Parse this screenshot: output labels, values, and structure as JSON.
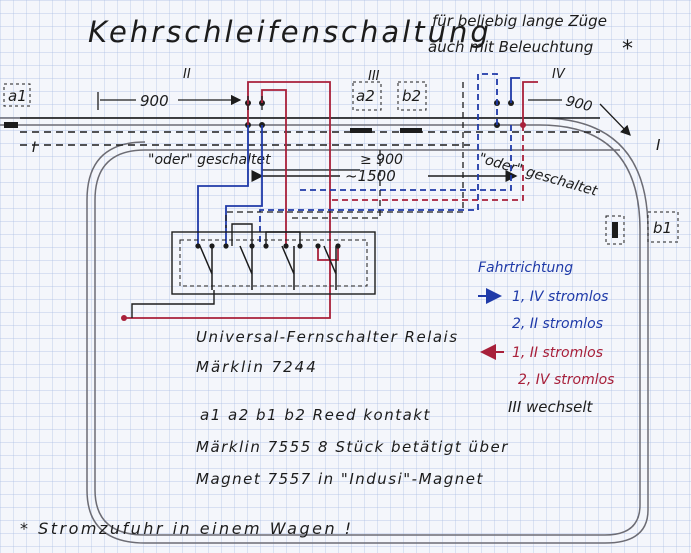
{
  "title": "Kehrschleifenschaltung",
  "subtitle_line1": "für beliebig lange Züge",
  "subtitle_line2": "auch mit Beleuchtung",
  "star": "*",
  "contacts": {
    "a1": "a1",
    "a2": "a2",
    "b1": "b1",
    "b2": "b2"
  },
  "section_marks": {
    "I_left": "I",
    "II": "II",
    "III": "III",
    "IV": "IV",
    "I_right": "I"
  },
  "dims": {
    "d900_left": "900",
    "d900_mid": "≥ 900",
    "d1500": "~1500",
    "d900_right": "900"
  },
  "oder_left": "\"oder\" geschaltet",
  "oder_right": "\"oder\" geschaltet",
  "relay_label1": "Universal-Fernschalter Relais",
  "relay_label2": "Märklin 7244",
  "direction": {
    "heading": "Fahrtrichtung",
    "blue1": "1, IV stromlos",
    "blue2": "2, II stromlos",
    "red1": "1, II stromlos",
    "red2": "2, IV stromlos",
    "note": "III wechselt"
  },
  "reed_line1": "a1  a2  b1  b2   Reed kontakt",
  "reed_line2": "Märklin 7555   8 Stück betätigt über",
  "reed_line3": "Magnet 7557 in \"Indusi\"-Magnet",
  "footnote": "* Stromzufuhr in einem Wagen !",
  "colors": {
    "ink": "#1c1c1c",
    "blue": "#1f3aa8",
    "red": "#a8203a",
    "grid": "#a9bde3",
    "paper": "#f4f6fb"
  }
}
